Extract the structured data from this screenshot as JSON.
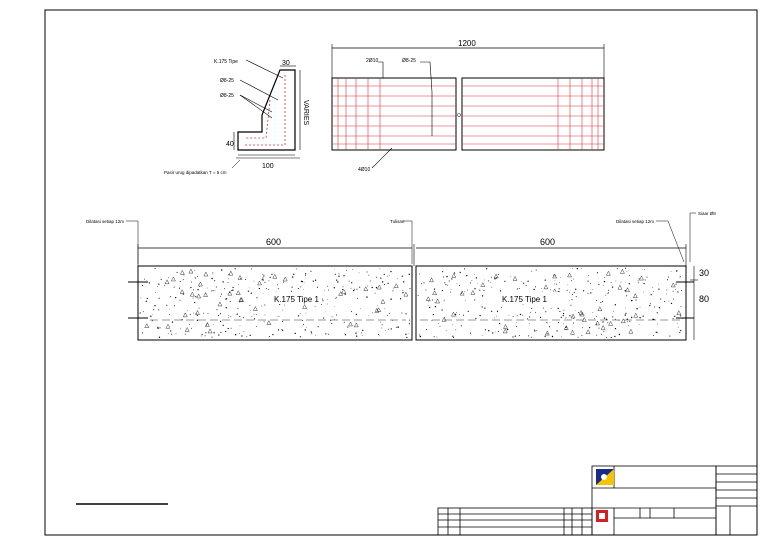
{
  "colors": {
    "line": "#000000",
    "rebar": "#e0303a",
    "logo_yellow": "#f5c400",
    "logo_blue": "#1a2a8a",
    "logo_red": "#d42020"
  },
  "section": {
    "label_concrete": "K.175 Tipe",
    "label_rebar1": "Ø8-25",
    "label_rebar2": "Ø8-25",
    "dim_top": "30",
    "dim_height": "VARIES",
    "dim_base_h": "40",
    "dim_base_w": "100",
    "note": "Pasir urug dipadatkan T = 5 cm"
  },
  "plan": {
    "dim_length": "1200",
    "label_bar_a": "2Ø10",
    "label_bar_b": "Ø8-25",
    "label_bar_c": "4Ø10"
  },
  "elevation": {
    "label_left_dilatasi": "Dilatasi setiap 12m",
    "label_mid": "Tulisan",
    "label_right_dilatasi": "Dilatasi setiap 12m",
    "label_far_right": "Siaar Ø8",
    "dim_left": "600",
    "dim_right": "600",
    "dim_top": "30",
    "dim_bottom": "80",
    "panel_left_label": "K.175 Tipe 1",
    "panel_right_label": "K.175 Tipe 1"
  }
}
